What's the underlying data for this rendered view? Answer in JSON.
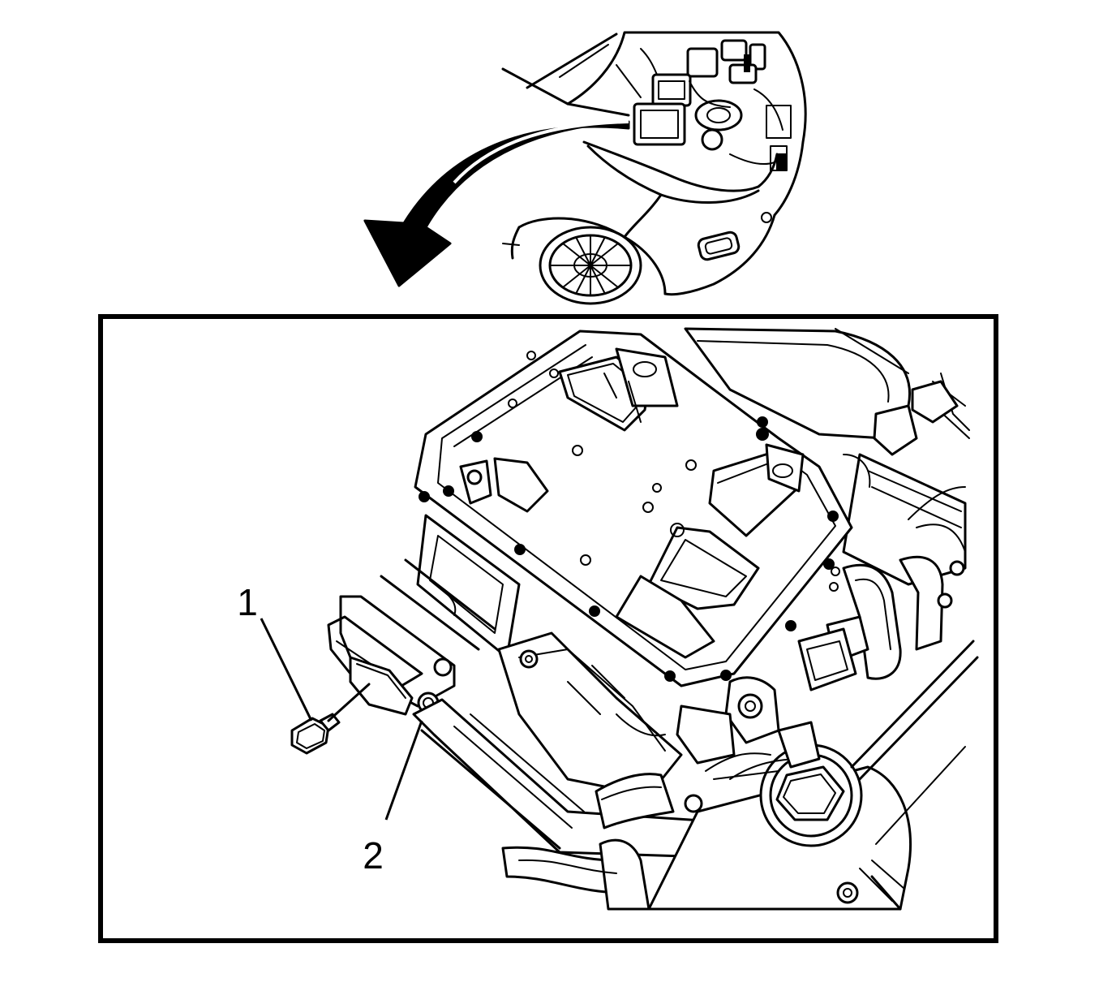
{
  "callouts": [
    {
      "id": "1",
      "label": "1"
    },
    {
      "id": "2",
      "label": "2"
    }
  ],
  "icons": {
    "vehicle": "vehicle-front-view-icon",
    "arrow": "curved-direction-arrow-icon"
  },
  "colors": {
    "line": "#000000",
    "background": "#ffffff"
  }
}
